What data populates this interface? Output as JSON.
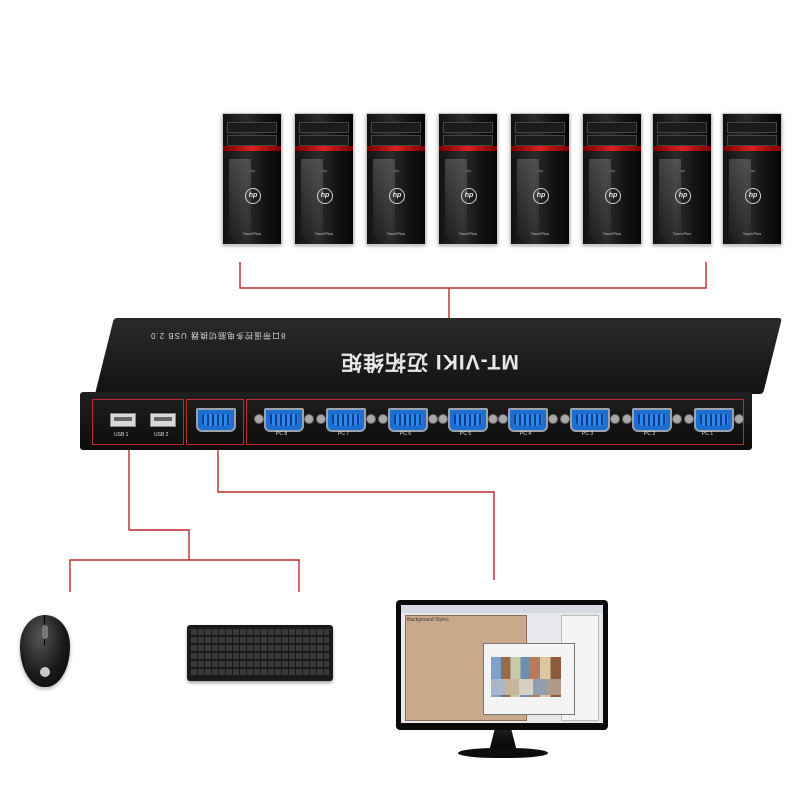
{
  "kvm": {
    "brand": "MT-VIKI 迈拓维矩",
    "subtitle": "8口带遥控多电脑切换器 USB 2.0",
    "usb_ports": [
      {
        "label": "USB 1"
      },
      {
        "label": "USB 2"
      }
    ],
    "pc_ports": [
      {
        "label": "PC 8"
      },
      {
        "label": "PC 7"
      },
      {
        "label": "PC 6"
      },
      {
        "label": "PC 5"
      },
      {
        "label": "PC 4"
      },
      {
        "label": "PC 3"
      },
      {
        "label": "PC 2"
      },
      {
        "label": "PC 1"
      }
    ]
  },
  "computers": {
    "count": 8,
    "logo": "hp",
    "model": "TouchPlus"
  },
  "monitor": {
    "window_title": "Background Styles"
  },
  "colors": {
    "wire": "#c0282d",
    "vga_port": "#1c6fd1",
    "case_accent": "#e02020"
  },
  "icons": {
    "mouse": "computer-mouse-icon",
    "keyboard": "keyboard-icon",
    "monitor": "monitor-icon"
  }
}
